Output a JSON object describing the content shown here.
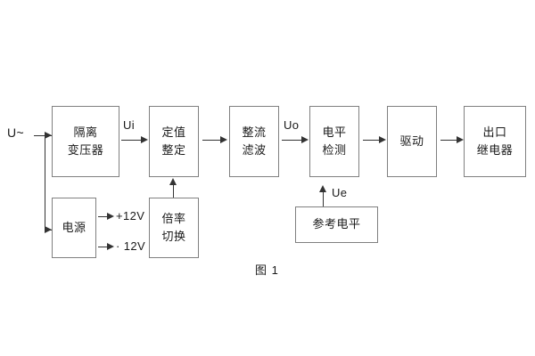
{
  "figure": {
    "caption": "图 1",
    "colors": {
      "block_border": "#808080",
      "line": "#333333",
      "text": "#1a1a1a",
      "background": "#ffffff"
    }
  },
  "blocks": {
    "isolation_transformer": {
      "line1": "隔离",
      "line2": "变压器"
    },
    "setting_value": {
      "line1": "定值",
      "line2": "整定"
    },
    "rectify_filter": {
      "line1": "整流",
      "line2": "滤波"
    },
    "level_detect": {
      "line1": "电平",
      "line2": "检测"
    },
    "drive": {
      "line1": "驱动",
      "line2": ""
    },
    "output_relay": {
      "line1": "出口",
      "line2": "继电器"
    },
    "power_supply": {
      "line1": "电源",
      "line2": ""
    },
    "multiplier_switch": {
      "line1": "倍率",
      "line2": "切换"
    },
    "reference_level": {
      "line1": "参考电平",
      "line2": ""
    }
  },
  "signals": {
    "input": "U~",
    "ui": "Ui",
    "uo": "Uo",
    "ue": "Ue",
    "rail_positive": "+12V",
    "rail_negative": "· 12V"
  }
}
